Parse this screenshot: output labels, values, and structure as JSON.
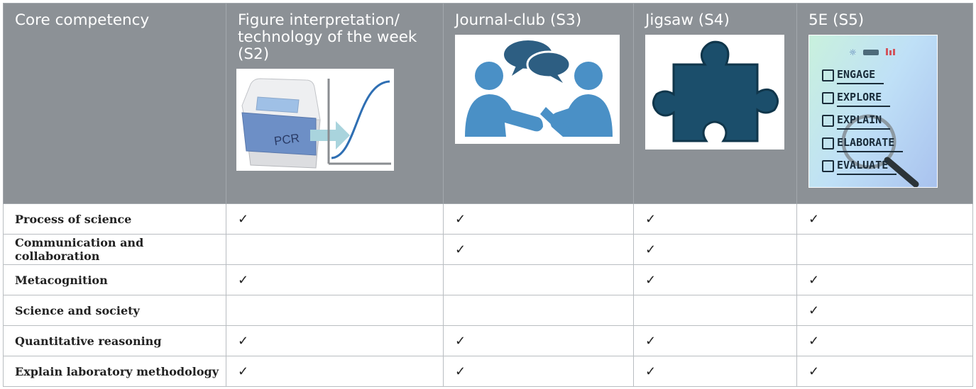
{
  "columns": [
    "Core competency",
    "Figure interpretation/ technology of the week (S2)",
    "Journal-club (S3)",
    "Jigsaw (S4)",
    "5E (S5)"
  ],
  "images": {
    "pcr": {
      "device_label": "PCR"
    },
    "five_e": {
      "steps": [
        "ENGAGE",
        "EXPLORE",
        "EXPLAIN",
        "ELABORATE",
        "EVALUATE"
      ]
    }
  },
  "rows": [
    {
      "label": "Process of science",
      "marks": [
        "✓",
        "✓",
        "✓",
        "✓"
      ]
    },
    {
      "label": "Communication and collaboration",
      "marks": [
        "",
        "✓",
        "✓",
        ""
      ]
    },
    {
      "label": "Metacognition",
      "marks": [
        "✓",
        "",
        "✓",
        "✓"
      ]
    },
    {
      "label": "Science and society",
      "marks": [
        "",
        "",
        "",
        "✓"
      ]
    },
    {
      "label": "Quantitative reasoning",
      "marks": [
        "✓",
        "✓",
        "✓",
        "✓"
      ]
    },
    {
      "label": "Explain laboratory methodology",
      "marks": [
        "✓",
        "✓",
        "✓",
        "✓"
      ]
    }
  ],
  "colors": {
    "header_bg": "#8c9196",
    "grid": "#b9bdc1",
    "icon_blue": "#4a90c6",
    "navy": "#1b4e6b"
  }
}
